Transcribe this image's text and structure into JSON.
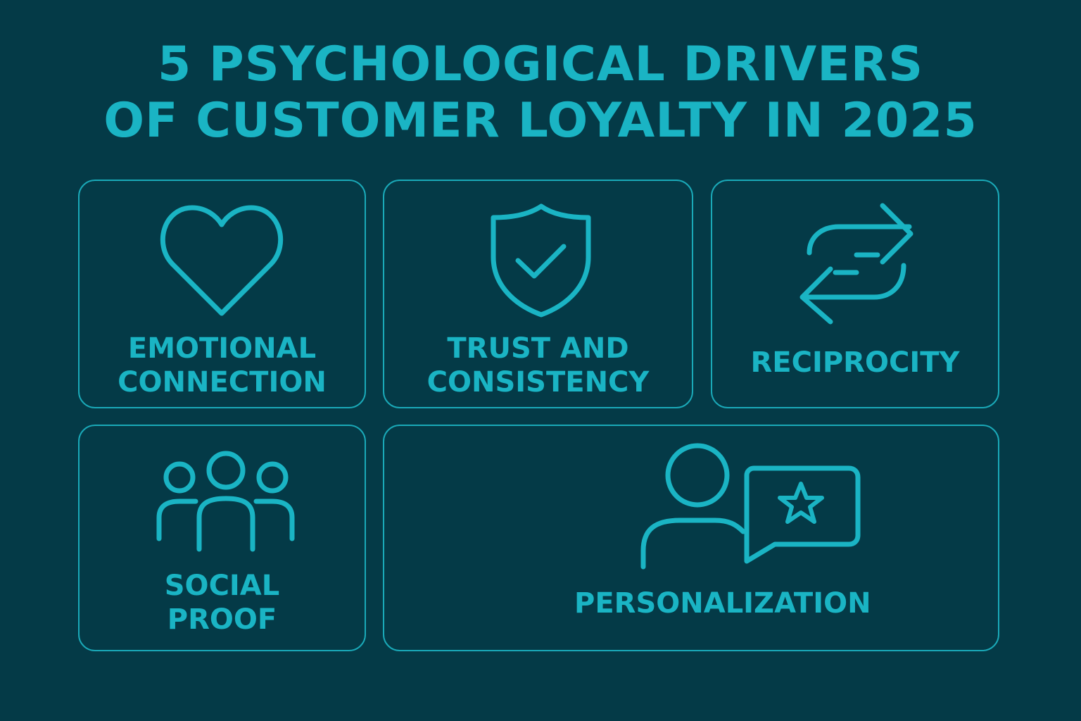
{
  "title": {
    "line1": "5 PSYCHOLOGICAL DRIVERS",
    "line2": "OF CUSTOMER LOYALTY IN 2025"
  },
  "cards": [
    {
      "label1": "EMOTIONAL",
      "label2": "CONNECTION",
      "icon": "heart-icon"
    },
    {
      "label1": "TRUST AND",
      "label2": "CONSISTENCY",
      "icon": "shield-check-icon"
    },
    {
      "label1": "RECIPROCITY",
      "icon": "exchange-arrows-icon"
    },
    {
      "label1": "SOCIAL",
      "label2": "PROOF",
      "icon": "people-group-icon"
    },
    {
      "label1": "PERSONALIZATION",
      "icon": "user-star-chat-icon"
    }
  ],
  "colors": {
    "background": "#043a47",
    "accent": "#1ab4c4"
  }
}
